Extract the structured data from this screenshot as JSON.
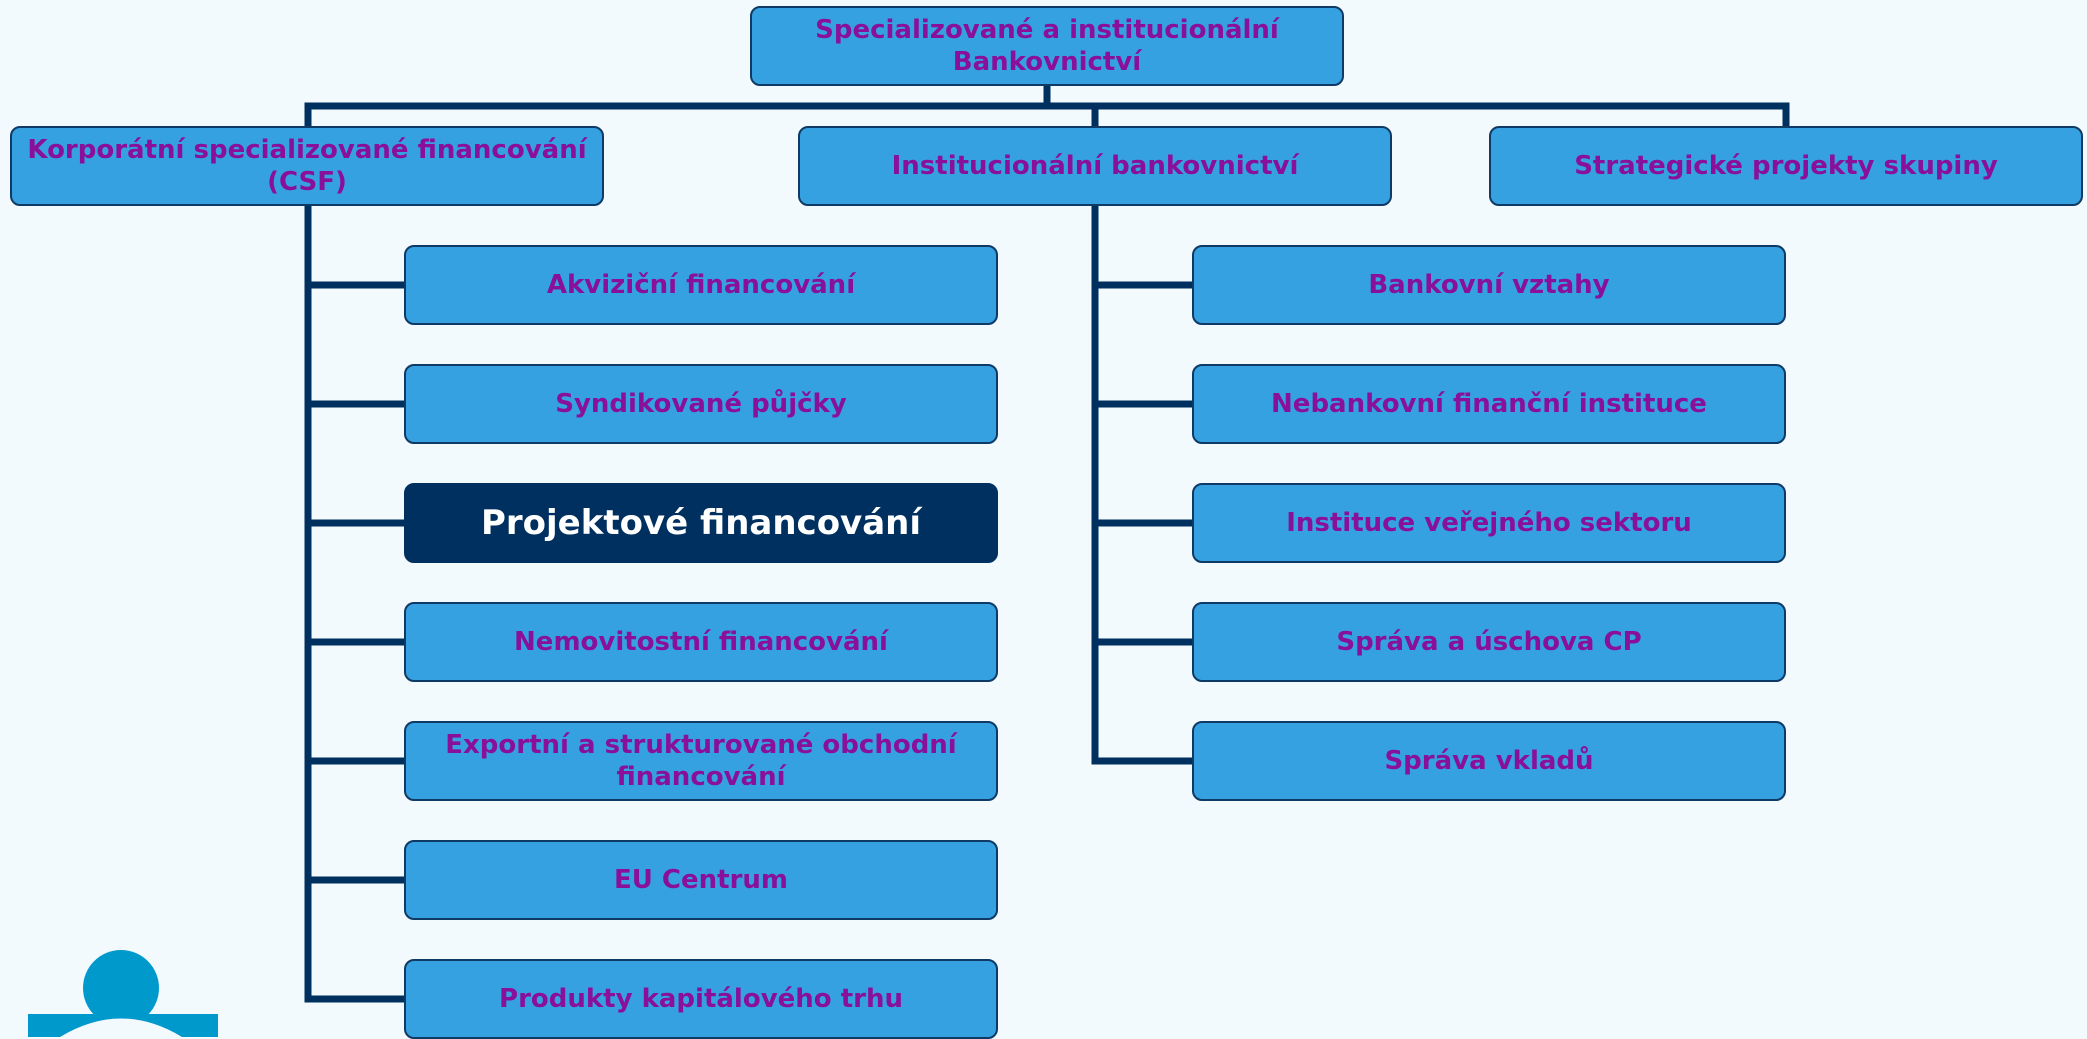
{
  "root": {
    "label": "Specializované a institucionální Bankovnictví"
  },
  "branches": [
    {
      "label": "Korporátní specializované financování (CSF)",
      "children": [
        "Akviziční financování",
        "Syndikované půjčky",
        "Projektové financování",
        "Nemovitostní financování",
        "Exportní a strukturované obchodní financování",
        "EU Centrum",
        "Produkty kapitálového trhu"
      ]
    },
    {
      "label": "Institucionální bankovnictví",
      "children": [
        "Bankovní vztahy",
        "Nebankovní finanční instituce",
        "Instituce veřejného sektoru",
        "Správa a úschova CP",
        "Správa vkladů"
      ]
    },
    {
      "label": "Strategické projekty skupiny",
      "children": []
    }
  ],
  "highlighted": "Projektové financování",
  "colors": {
    "background": "#f2fafd",
    "box_fill": "#35a1e0",
    "box_border": "#0f3a66",
    "box_text": "#8a0f99",
    "highlight_fill": "#003060",
    "highlight_text": "#ffffff",
    "connector": "#003060",
    "logo": "#0099cc"
  },
  "logo": {
    "icon": "person-logo-icon"
  }
}
